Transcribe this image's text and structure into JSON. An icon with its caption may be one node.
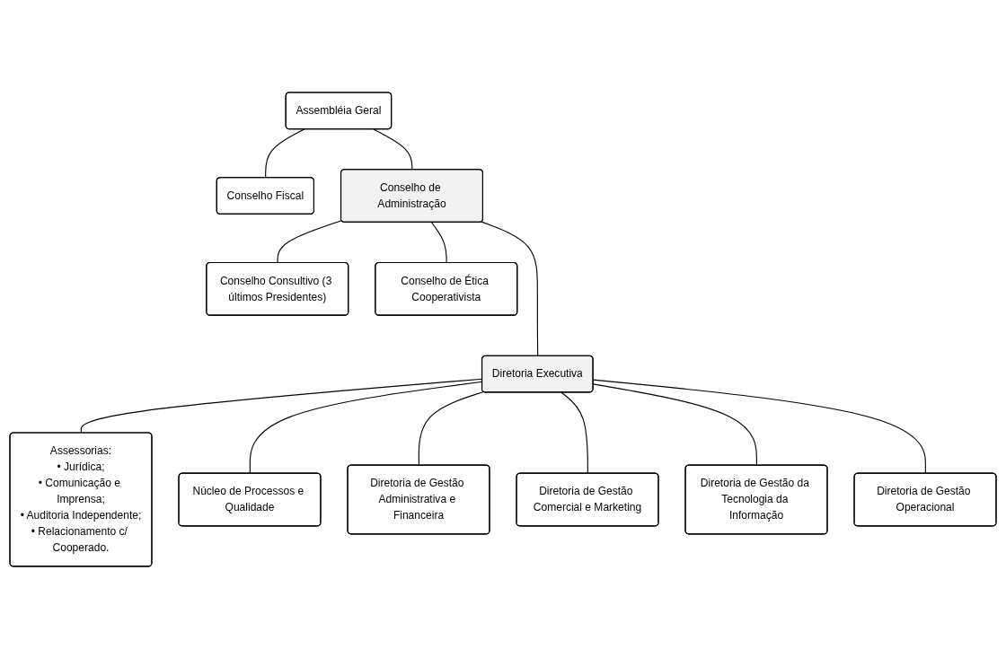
{
  "diagram": {
    "nodes": [
      {
        "text": [
          "Assembléia Geral"
        ]
      },
      {
        "text": [
          "Conselho Fiscal"
        ]
      },
      {
        "text": [
          "Conselho Consultivo (3 últimos Presidentes)"
        ]
      },
      {
        "text": [
          "Conselho de Administração"
        ]
      },
      {
        "text": [
          "Conselho de Ética Cooperativista"
        ]
      },
      {
        "text": [
          "Diretoria Executiva"
        ]
      },
      {
        "text": [
          "Assessorias:",
          "• Jurídica;",
          "• Comunicação e Imprensa;",
          "• Auditoria Independente;",
          "• Relacionamento c/ Cooperado."
        ]
      },
      {
        "text": [
          "Núcleo de Processos e Qualidade"
        ]
      },
      {
        "text": [
          "Diretoria de Gestão Administrativa e Financeira"
        ]
      },
      {
        "text": [
          "Diretoria de Gestão Comercial e Marketing"
        ]
      },
      {
        "text": [
          "Diretoria de Gestão da Tecnologia da Informação"
        ]
      },
      {
        "text": [
          "Diretoria de Gestão Operacional"
        ]
      }
    ],
    "edges": [
      {
        "from": 0,
        "to": 3,
        "arrow": "none"
      },
      {
        "from": 0,
        "to": 1,
        "arrow": "none"
      },
      {
        "from": 3,
        "to": 2,
        "arrow": "none"
      },
      {
        "from": 3,
        "to": 4,
        "arrow": "none"
      },
      {
        "from": 3,
        "to": 5,
        "arrow": "none"
      },
      {
        "from": 5,
        "to": 6,
        "arrow": "none"
      },
      {
        "from": 5,
        "to": 7,
        "arrow": "none"
      },
      {
        "from": 5,
        "to": 8,
        "arrow": "none"
      },
      {
        "from": 5,
        "to": 9,
        "arrow": "none"
      },
      {
        "from": 5,
        "to": 10,
        "arrow": "none"
      },
      {
        "from": 5,
        "to": 11,
        "arrow": "none"
      }
    ]
  }
}
